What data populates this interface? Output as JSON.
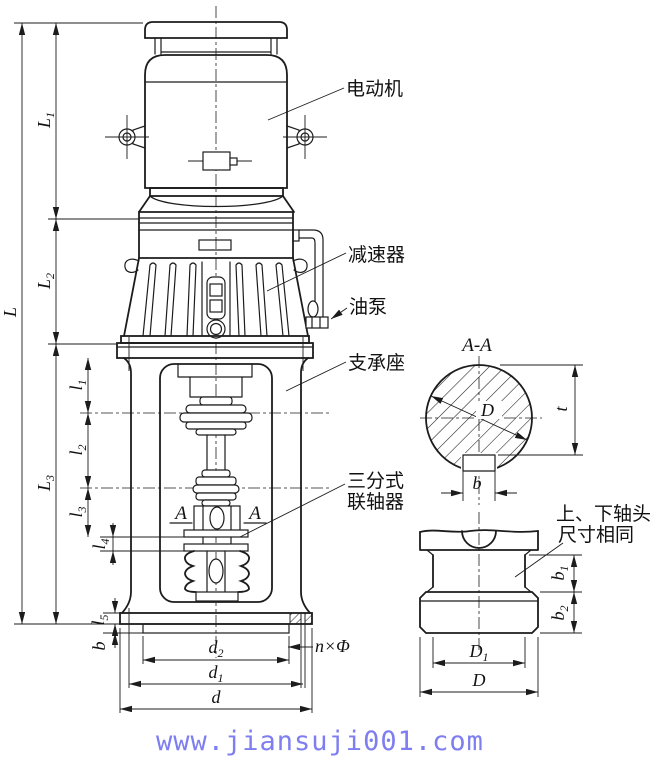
{
  "watermark": {
    "text": "www.jiansuji001.com",
    "color": "#7e7ef0"
  },
  "callouts": {
    "motor": "电动机",
    "reducer": "减速器",
    "oil_pump": "油泵",
    "support_seat": "支承座",
    "coupling_line1": "三分式",
    "coupling_line2": "联轴器",
    "shaft_note_line1": "上、下轴头",
    "shaft_note_line2": "尺寸相同"
  },
  "section": {
    "title": "A-A",
    "mark_left": "A",
    "mark_right": "A"
  },
  "dims": {
    "L": {
      "main": "L",
      "sub": ""
    },
    "L1": {
      "main": "L",
      "sub": "1"
    },
    "L2": {
      "main": "L",
      "sub": "2"
    },
    "L3": {
      "main": "L",
      "sub": "3"
    },
    "l1": {
      "main": "l",
      "sub": "1"
    },
    "l2": {
      "main": "l",
      "sub": "2"
    },
    "l3": {
      "main": "l",
      "sub": "3"
    },
    "l4": {
      "main": "l",
      "sub": "4"
    },
    "l5": {
      "main": "l",
      "sub": "5"
    },
    "b_base": {
      "main": "b",
      "sub": ""
    },
    "d2": {
      "main": "d",
      "sub": "2"
    },
    "d1": {
      "main": "d",
      "sub": "1"
    },
    "d": {
      "main": "d",
      "sub": ""
    },
    "n_phi": {
      "main": "n×Φ",
      "sub": ""
    },
    "D_section": {
      "main": "D",
      "sub": ""
    },
    "t": {
      "main": "t",
      "sub": ""
    },
    "b_key": {
      "main": "b",
      "sub": ""
    },
    "b1": {
      "main": "b",
      "sub": "1"
    },
    "b2": {
      "main": "b",
      "sub": "2"
    },
    "D1": {
      "main": "D",
      "sub": "1"
    },
    "D_shaft": {
      "main": "D",
      "sub": ""
    }
  }
}
